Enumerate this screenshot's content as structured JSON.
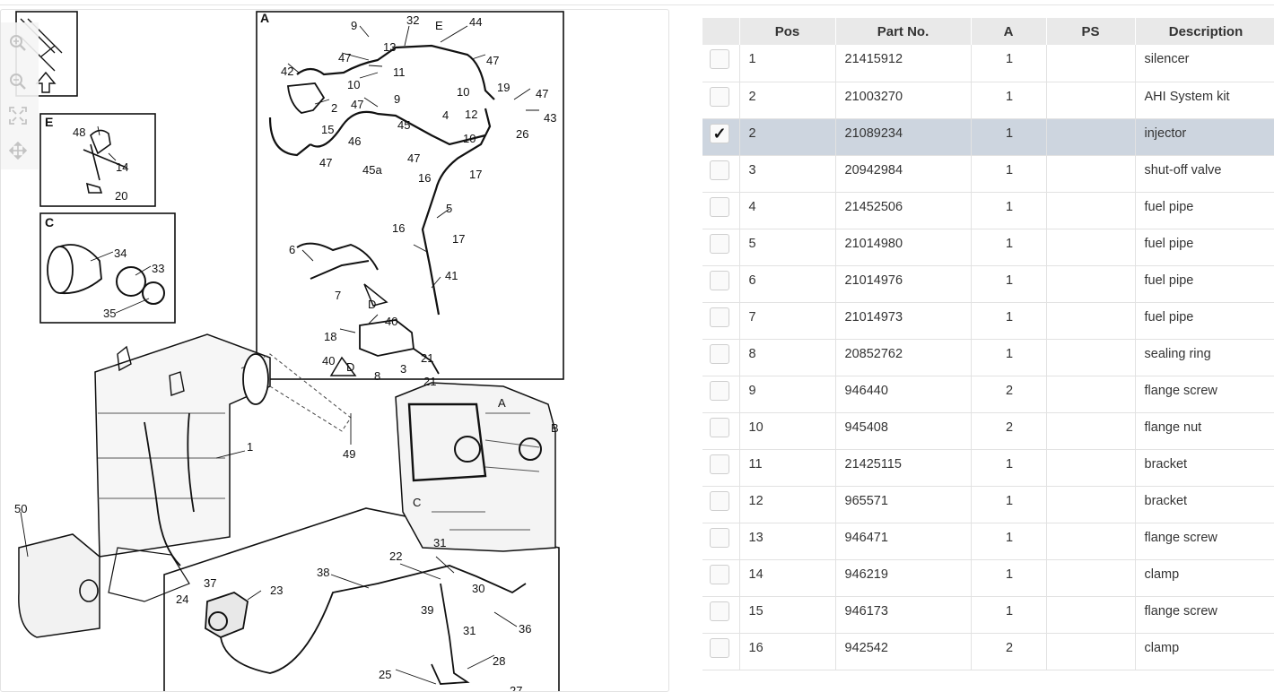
{
  "viewer": {
    "tools": [
      {
        "name": "zoom-in-icon"
      },
      {
        "name": "zoom-out-icon"
      },
      {
        "name": "fit-screen-icon"
      },
      {
        "name": "pan-move-icon"
      }
    ],
    "panels": {
      "a": "A",
      "e": "E",
      "c": "C"
    },
    "callouts": {
      "a": [
        "9",
        "32",
        "E",
        "44",
        "13",
        "47",
        "47",
        "11",
        "42",
        "10",
        "10",
        "47",
        "19",
        "2",
        "47",
        "9",
        "12",
        "43",
        "15",
        "45",
        "4",
        "26",
        "46",
        "10",
        "47",
        "45a",
        "47",
        "17",
        "16",
        "5",
        "16",
        "17",
        "6",
        "41",
        "7",
        "D",
        "40",
        "18",
        "21",
        "40",
        "3",
        "D",
        "8"
      ],
      "e": [
        "48",
        "14",
        "20"
      ],
      "c": [
        "34",
        "33",
        "35"
      ],
      "main": [
        "21",
        "A",
        "B",
        "1",
        "49",
        "C",
        "50"
      ],
      "detail": [
        "31",
        "22",
        "38",
        "30",
        "37",
        "23",
        "39",
        "24",
        "31",
        "36",
        "28",
        "25",
        "27"
      ]
    }
  },
  "table": {
    "columns": [
      "Pos",
      "Part No.",
      "A",
      "PS",
      "Description"
    ],
    "rows": [
      {
        "pos": "1",
        "part": "21415912",
        "a": "1",
        "ps": "",
        "desc": "silencer",
        "checked": false
      },
      {
        "pos": "2",
        "part": "21003270",
        "a": "1",
        "ps": "",
        "desc": "AHI System kit",
        "checked": false
      },
      {
        "pos": "2",
        "part": "21089234",
        "a": "1",
        "ps": "",
        "desc": "injector",
        "checked": true
      },
      {
        "pos": "3",
        "part": "20942984",
        "a": "1",
        "ps": "",
        "desc": "shut-off valve",
        "checked": false
      },
      {
        "pos": "4",
        "part": "21452506",
        "a": "1",
        "ps": "",
        "desc": "fuel pipe",
        "checked": false
      },
      {
        "pos": "5",
        "part": "21014980",
        "a": "1",
        "ps": "",
        "desc": "fuel pipe",
        "checked": false
      },
      {
        "pos": "6",
        "part": "21014976",
        "a": "1",
        "ps": "",
        "desc": "fuel pipe",
        "checked": false
      },
      {
        "pos": "7",
        "part": "21014973",
        "a": "1",
        "ps": "",
        "desc": "fuel pipe",
        "checked": false
      },
      {
        "pos": "8",
        "part": "20852762",
        "a": "1",
        "ps": "",
        "desc": "sealing ring",
        "checked": false
      },
      {
        "pos": "9",
        "part": "946440",
        "a": "2",
        "ps": "",
        "desc": "flange screw",
        "checked": false
      },
      {
        "pos": "10",
        "part": "945408",
        "a": "2",
        "ps": "",
        "desc": "flange nut",
        "checked": false
      },
      {
        "pos": "11",
        "part": "21425115",
        "a": "1",
        "ps": "",
        "desc": "bracket",
        "checked": false
      },
      {
        "pos": "12",
        "part": "965571",
        "a": "1",
        "ps": "",
        "desc": "bracket",
        "checked": false
      },
      {
        "pos": "13",
        "part": "946471",
        "a": "1",
        "ps": "",
        "desc": "flange screw",
        "checked": false
      },
      {
        "pos": "14",
        "part": "946219",
        "a": "1",
        "ps": "",
        "desc": "clamp",
        "checked": false
      },
      {
        "pos": "15",
        "part": "946173",
        "a": "1",
        "ps": "",
        "desc": "flange screw",
        "checked": false
      },
      {
        "pos": "16",
        "part": "942542",
        "a": "2",
        "ps": "",
        "desc": "clamp",
        "checked": false
      }
    ],
    "checkmark": "✓"
  }
}
